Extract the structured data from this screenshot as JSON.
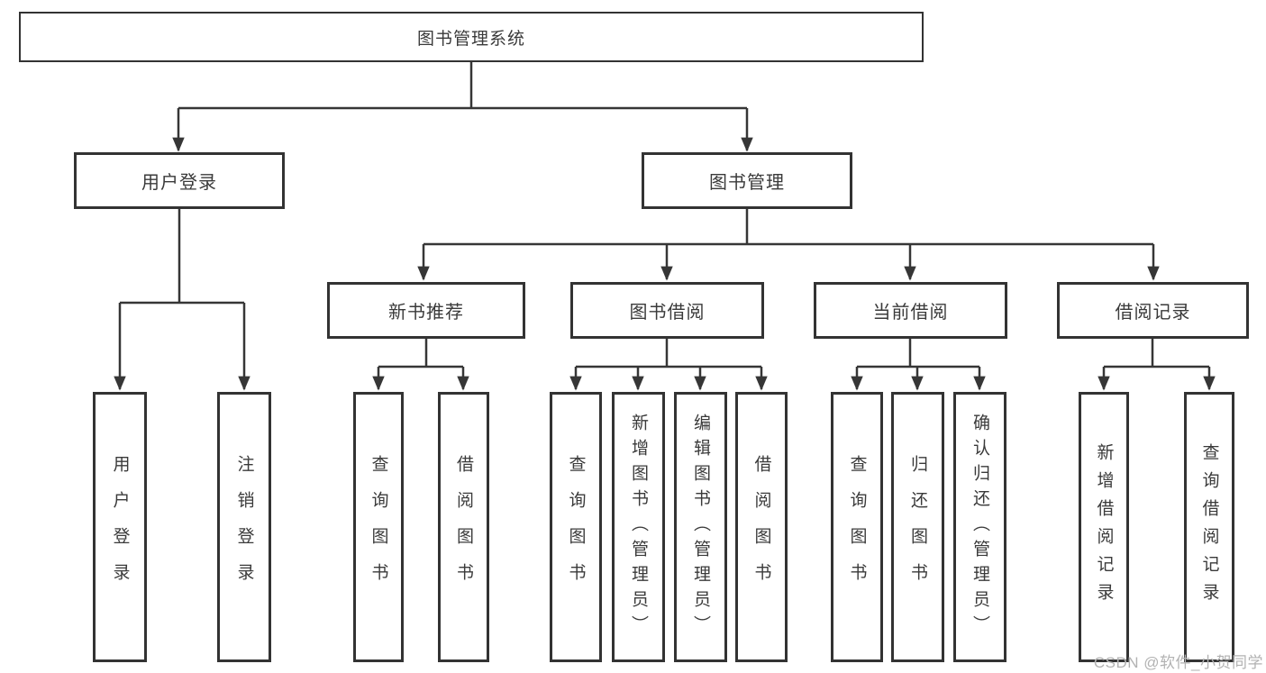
{
  "diagram": {
    "root": {
      "label": "图书管理系统"
    },
    "level2": [
      {
        "label": "用户登录"
      },
      {
        "label": "图书管理"
      }
    ],
    "level3": [
      {
        "label": "新书推荐"
      },
      {
        "label": "图书借阅"
      },
      {
        "label": "当前借阅"
      },
      {
        "label": "借阅记录"
      }
    ],
    "leaves": {
      "user_login": [
        "用户登录",
        "注销登录"
      ],
      "new_book_recommend": [
        "查询图书",
        "借阅图书"
      ],
      "book_borrow": [
        "查询图书",
        "新增图书（管理员）",
        "编辑图书（管理员）",
        "借阅图书"
      ],
      "current_borrow": [
        "查询图书",
        "归还图书",
        "确认归还（管理员）"
      ],
      "borrow_records": [
        "新增借阅记录",
        "查询借阅记录"
      ]
    }
  },
  "watermark": {
    "text": "CSDN @软件_小贺同学"
  },
  "colors": {
    "line": "#363636",
    "box_border": "#333333",
    "text": "#3a3a3a",
    "watermark": "#b2b2b2",
    "background": "#ffffff"
  }
}
